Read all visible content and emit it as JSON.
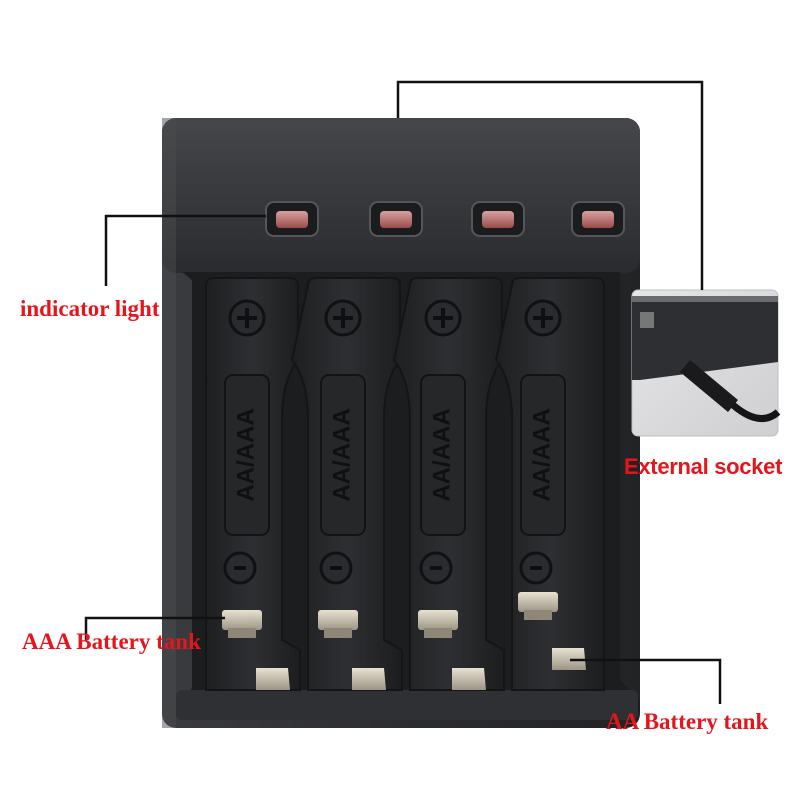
{
  "labels": {
    "indicator_light": "indicator light",
    "external_socket": "External socket",
    "aaa_tank": "AAA Battery tank",
    "aa_tank": "AA Battery tank"
  },
  "slot_marking": "AA/AAA",
  "slot_count": 4,
  "colors": {
    "label_red": "#e8141c",
    "charger_body": "#2a2b2d",
    "indicator_led": "#b86a6a",
    "leader_line": "#111111"
  }
}
